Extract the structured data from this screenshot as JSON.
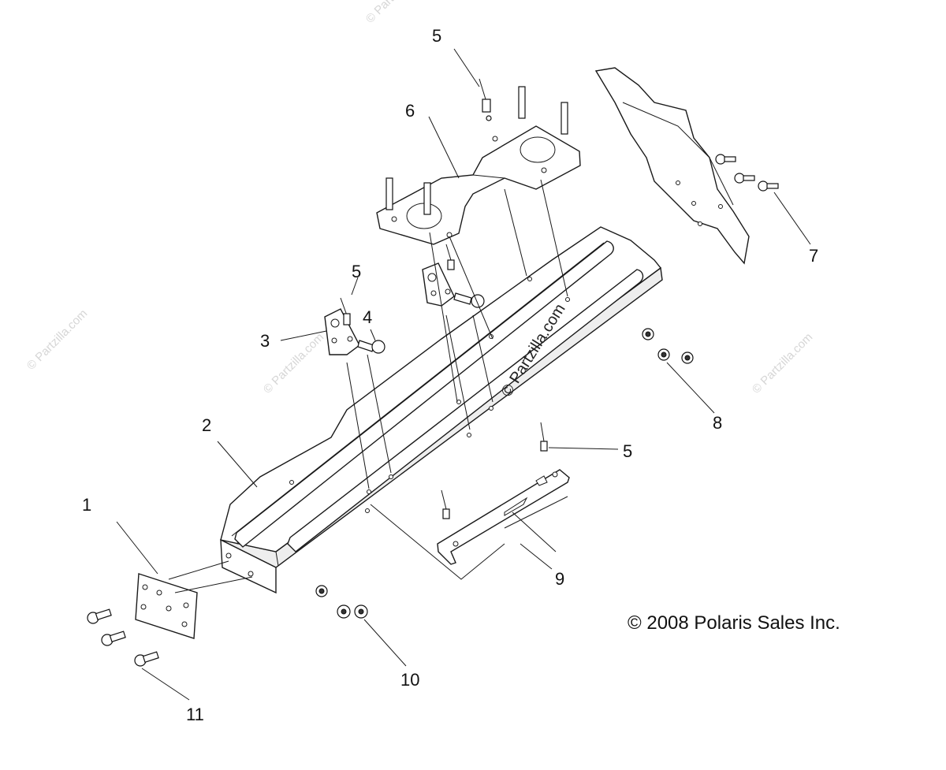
{
  "diagram": {
    "callouts": [
      {
        "label": "1"
      },
      {
        "label": "2"
      },
      {
        "label": "3"
      },
      {
        "label": "4"
      },
      {
        "label": "5"
      },
      {
        "label": "5"
      },
      {
        "label": "5"
      },
      {
        "label": "6"
      },
      {
        "label": "7"
      },
      {
        "label": "8"
      },
      {
        "label": "9"
      },
      {
        "label": "10"
      },
      {
        "label": "11"
      }
    ],
    "copyright": "© 2008 Polaris Sales Inc.",
    "center_watermark": "© Partzilla.com",
    "watermarks": [
      "© Partzilla.com",
      "© Partzilla.com",
      "© Partzilla.com",
      "© Partzilla.com"
    ]
  }
}
